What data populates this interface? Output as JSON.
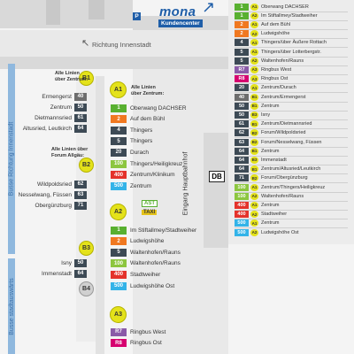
{
  "map": {
    "direction_innenstadt": "Richtung Innenstadt",
    "brand": {
      "name": "mona",
      "sub": "Kundencenter"
    },
    "parking_label": "P",
    "entrance_label": "Eingang Hauptbahnhof",
    "db_label": "DB",
    "ast_label": "AST",
    "taxi_label": "TAXI",
    "vertical_labels": {
      "innenstadt": "Busse Richtung Innenstadt",
      "stadtauswaerts": "Busse stadtauswärts"
    }
  },
  "colors": {
    "yellow": "#e4e21a",
    "green": "#58b030",
    "orange": "#f07820",
    "dark": "#3d4a55",
    "grey": "#6d6d6d",
    "lime": "#8cc63f",
    "red": "#e4322b",
    "cyan": "#33b3e8",
    "purple": "#8a5aa8",
    "magenta": "#d6006f",
    "teal": "#2ea7a0",
    "blue": "#1f5ea8"
  },
  "stops": {
    "b1": {
      "code": "B1",
      "note": [
        "Alle Linien",
        "über Zentrum:"
      ],
      "rows": [
        {
          "label": "Ermengerst",
          "line": "40",
          "color": "grey"
        },
        {
          "label": "Zentrum",
          "line": "50",
          "color": "dark"
        },
        {
          "label": "Dietmannsried",
          "line": "61",
          "color": "dark"
        },
        {
          "label": "Altusried, Leutkirch",
          "line": "64",
          "color": "dark"
        }
      ]
    },
    "b2": {
      "code": "B2",
      "note": [
        "Alle Linien über",
        "Forum Allgäu:"
      ],
      "rows": [
        {
          "label": "Wildpoldsried",
          "line": "62",
          "color": "dark"
        },
        {
          "label": "Nesselwang, Füssen",
          "line": "63",
          "color": "dark"
        },
        {
          "label": "Obergünzburg",
          "line": "71",
          "color": "dark"
        }
      ]
    },
    "b3": {
      "code": "B3",
      "rows": [
        {
          "label": "Isny",
          "line": "50",
          "color": "dark"
        },
        {
          "label": "Immenstadt",
          "line": "64",
          "color": "dark"
        }
      ]
    },
    "b4": {
      "code": "B4"
    },
    "a1": {
      "code": "A1",
      "note": [
        "Alle Linien",
        "über Zentrum:"
      ],
      "rows": [
        {
          "line": "1",
          "label": "Oberwang DACHSER",
          "color": "green"
        },
        {
          "line": "2",
          "label": "Auf dem Bühl",
          "color": "orange"
        },
        {
          "line": "4",
          "label": "Thingers",
          "color": "dark"
        },
        {
          "line": "5",
          "label": "Thingers",
          "color": "dark"
        },
        {
          "line": "20",
          "label": "Durach",
          "color": "dark"
        },
        {
          "line": "100",
          "label": "Thingers/Heiligkreuz",
          "color": "lime"
        },
        {
          "line": "400",
          "label": "Zentrum/Klinikum",
          "color": "red"
        },
        {
          "line": "500",
          "label": "Zentrum",
          "color": "cyan"
        }
      ]
    },
    "a2": {
      "code": "A2",
      "rows": [
        {
          "line": "1",
          "label": "Im Stiftallmey/Stadtweiher",
          "color": "green"
        },
        {
          "line": "2",
          "label": "Ludwigshöhe",
          "color": "orange"
        },
        {
          "line": "5",
          "label": "Waltenhofen/Rauns",
          "color": "dark"
        },
        {
          "line": "100",
          "label": "Waltenhofen/Rauns",
          "color": "lime"
        },
        {
          "line": "400",
          "label": "Stadtweiher",
          "color": "red"
        },
        {
          "line": "500",
          "label": "Ludwigshöhe Ost",
          "color": "cyan"
        }
      ]
    },
    "a3": {
      "code": "A3",
      "rows": [
        {
          "line": "R7",
          "label": "Ringbus West",
          "color": "purple"
        },
        {
          "line": "R8",
          "label": "Ringbus Ost",
          "color": "magenta"
        }
      ]
    }
  },
  "legend": [
    {
      "line": "1",
      "stop": "A1",
      "label": "Oberwang DACHSER",
      "color": "green",
      "cg": "yellow"
    },
    {
      "line": "1",
      "stop": "A2",
      "label": "Im Stiftallmey/Stadtweiher",
      "color": "green",
      "cg": "yellow"
    },
    {
      "line": "2",
      "stop": "A1",
      "label": "Auf dem Bühl",
      "color": "orange",
      "cg": "yellow"
    },
    {
      "line": "2",
      "stop": "A2",
      "label": "Ludwigshöhe",
      "color": "orange",
      "cg": "yellow"
    },
    {
      "line": "4",
      "stop": "A1",
      "label": "Thingers/über Äußere Rottach",
      "color": "dark",
      "cg": "yellow"
    },
    {
      "line": "5",
      "stop": "A1",
      "label": "Thingers/über Lotterbergstr.",
      "color": "dark",
      "cg": "yellow"
    },
    {
      "line": "5",
      "stop": "A2",
      "label": "Waltenhofen/Rauns",
      "color": "dark",
      "cg": "yellow"
    },
    {
      "line": "R7",
      "stop": "A3",
      "label": "Ringbus West",
      "color": "purple",
      "cg": "yellow"
    },
    {
      "line": "R8",
      "stop": "A3",
      "label": "Ringbus Ost",
      "color": "magenta",
      "cg": "yellow"
    },
    {
      "line": "20",
      "stop": "A1",
      "label": "Zentrum/Durach",
      "color": "dark",
      "cg": "yellow"
    },
    {
      "line": "40",
      "stop": "B1",
      "label": "Zentrum/Ermengerst",
      "color": "grey",
      "cg": "yellow"
    },
    {
      "line": "50",
      "stop": "B1",
      "label": "Zentrum",
      "color": "dark",
      "cg": "yellow"
    },
    {
      "line": "50",
      "stop": "B3",
      "label": "Isny",
      "color": "dark",
      "cg": "yellow"
    },
    {
      "line": "61",
      "stop": "B1",
      "label": "Zentrum/Dietmannsried",
      "color": "dark",
      "cg": "yellow"
    },
    {
      "line": "62",
      "stop": "B2",
      "label": "Forum/Wildpoldsried",
      "color": "dark",
      "cg": "yellow"
    },
    {
      "line": "63",
      "stop": "B2",
      "label": "Forum/Nesselwang, Füssen",
      "color": "dark",
      "cg": "yellow"
    },
    {
      "line": "64",
      "stop": "B1",
      "label": "Zentrum",
      "color": "dark",
      "cg": "yellow"
    },
    {
      "line": "64",
      "stop": "B3",
      "label": "Immenstadt",
      "color": "dark",
      "cg": "yellow"
    },
    {
      "line": "64",
      "stop": "B1",
      "label": "Zentrum/Altusried/Leutkirch",
      "color": "dark",
      "cg": "yellow"
    },
    {
      "line": "71",
      "stop": "B2",
      "label": "Forum/Obergünzburg",
      "color": "dark",
      "cg": "yellow"
    },
    {
      "line": "100",
      "stop": "A1",
      "label": "Zentrum/Thingers/Heiligkreuz",
      "color": "lime",
      "cg": "yellow"
    },
    {
      "line": "100",
      "stop": "A2",
      "label": "Waltenhofen/Rauns",
      "color": "lime",
      "cg": "yellow"
    },
    {
      "line": "400",
      "stop": "A1",
      "label": "Zentrum",
      "color": "red",
      "cg": "yellow"
    },
    {
      "line": "400",
      "stop": "A2",
      "label": "Stadtweiher",
      "color": "red",
      "cg": "yellow"
    },
    {
      "line": "500",
      "stop": "A1",
      "label": "Zentrum",
      "color": "cyan",
      "cg": "yellow"
    },
    {
      "line": "500",
      "stop": "A2",
      "label": "Ludwigshöhe Ost",
      "color": "cyan",
      "cg": "yellow"
    }
  ]
}
